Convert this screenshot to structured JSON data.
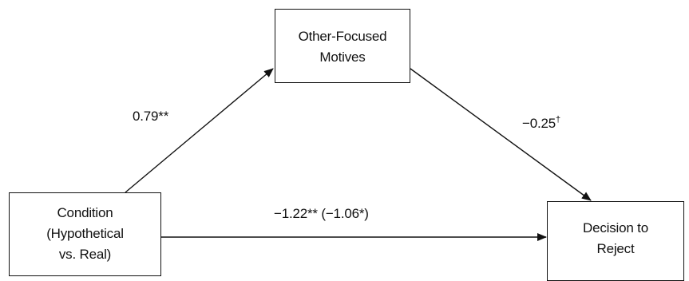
{
  "nodes": {
    "mediator": {
      "lines": [
        "Other-Focused",
        "Motives"
      ]
    },
    "predictor": {
      "lines": [
        "Condition",
        "(Hypothetical",
        "vs. Real)"
      ]
    },
    "outcome": {
      "lines": [
        "Decision to",
        "Reject"
      ]
    }
  },
  "paths": {
    "a": {
      "label": "0.79**"
    },
    "b": {
      "label": "−0.25",
      "mark": "†"
    },
    "c": {
      "label": "−1.22** (−1.06*)"
    }
  },
  "colors": {
    "stroke": "#111111",
    "background": "#ffffff"
  }
}
